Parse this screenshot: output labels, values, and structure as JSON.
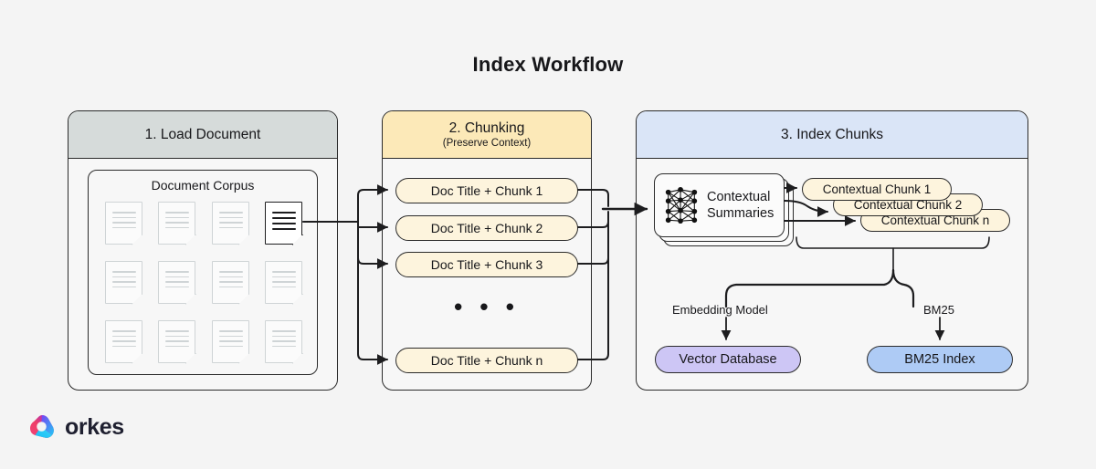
{
  "title": "Index Workflow",
  "panels": {
    "load": {
      "heading": "1. Load Document",
      "corpus_title": "Document Corpus",
      "doc_count": 12,
      "active_doc_index": 3,
      "header_color": "#d6dbda"
    },
    "chunking": {
      "heading": "2. Chunking",
      "subheading": "(Preserve Context)",
      "header_color": "#fce9b8",
      "chunks": [
        {
          "label": "Doc Title + Chunk 1"
        },
        {
          "label": "Doc Title + Chunk 2"
        },
        {
          "label": "Doc Title + Chunk 3"
        },
        {
          "label": "Doc Title + Chunk n"
        }
      ],
      "ellipsis": "• • •"
    },
    "index": {
      "heading": "3. Index Chunks",
      "header_color": "#dae5f7",
      "summaries": {
        "line1": "Contextual",
        "line2": "Summaries",
        "icon": "neural-network-icon"
      },
      "contextual_chunks": [
        {
          "label": "Contextual Chunk 1"
        },
        {
          "label": "Contextual Chunk 2"
        },
        {
          "label": "Contextual Chunk n"
        }
      ],
      "edge_labels": {
        "embedding": "Embedding Model",
        "bm25": "BM25"
      },
      "outputs": [
        {
          "label": "Vector Database",
          "color": "#cdc6f5"
        },
        {
          "label": "BM25 Index",
          "color": "#aecbf5"
        }
      ]
    }
  },
  "brand": {
    "name": "orkes",
    "mark": "orkes-logo-icon"
  }
}
